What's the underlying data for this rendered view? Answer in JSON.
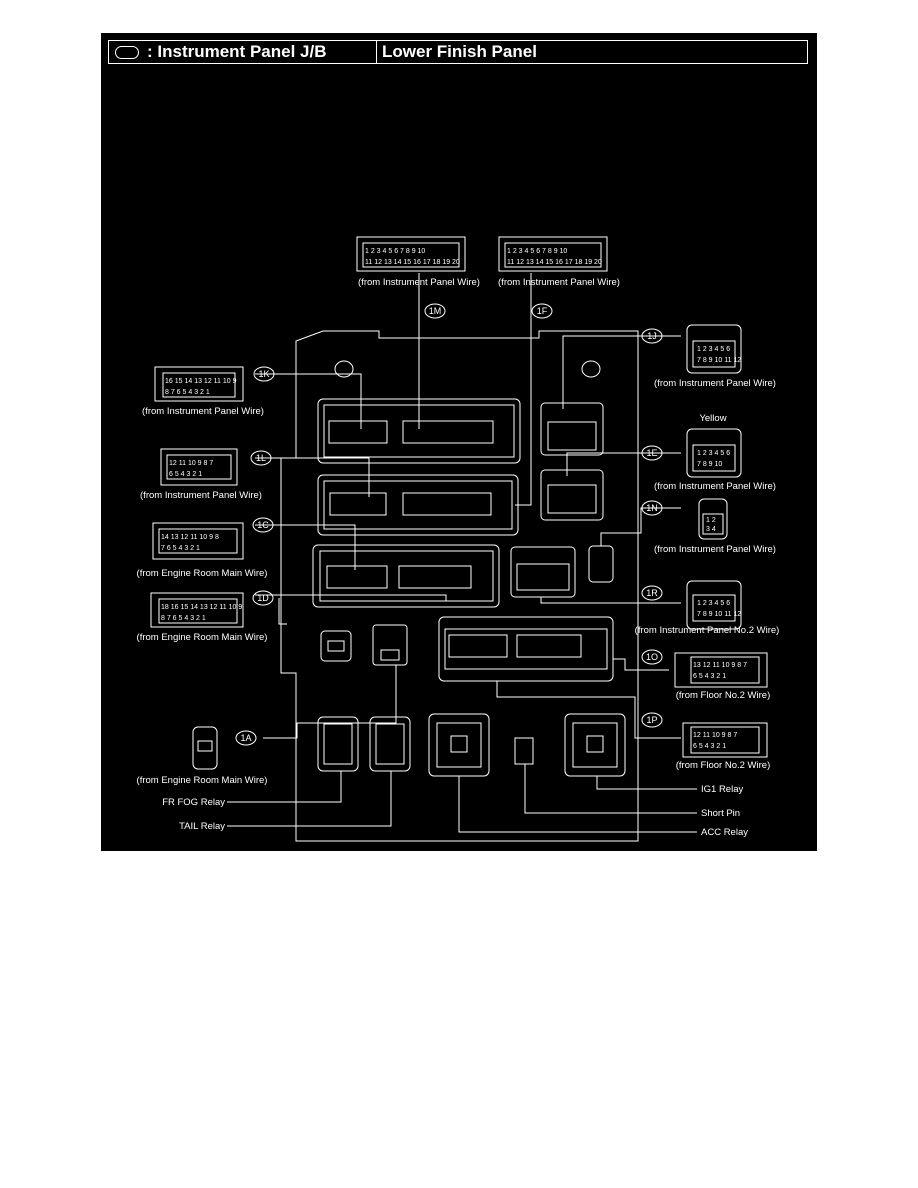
{
  "header": {
    "icon": "oval-icon",
    "location_label": ": Instrument Panel J/B",
    "position_label": "Lower Finish Panel"
  },
  "colors": {
    "background": "#000000",
    "foreground": "#ffffff",
    "page": "#ffffff"
  },
  "connectors": {
    "c1M": {
      "tag": "1M",
      "source": "(from Instrument Panel Wire)",
      "pins_top": "1 2 3 4 5 6 7 8 9 10",
      "pins_bottom": "11 12 13 14 15 16 17 18 19 20"
    },
    "c1F": {
      "tag": "1F",
      "source": "(from Instrument Panel Wire)",
      "pins_top": "1 2 3 4 5 6 7 8 9 10",
      "pins_bottom": "11 12 13 14 15 16 17 18 19 20"
    },
    "c1K": {
      "tag": "1K",
      "source": "(from Instrument Panel Wire)",
      "pins_top": "16 15 14 13 12 11 10 9",
      "pins_bottom": "8 7 6 5 4 3 2 1"
    },
    "c1L": {
      "tag": "1L",
      "source": "(from Instrument Panel Wire)",
      "pins_top": "12 11 10 9 8 7",
      "pins_bottom": "6 5 4 3 2 1"
    },
    "c1C": {
      "tag": "1C",
      "source": "(from Engine Room Main Wire)",
      "pins_top": "14 13 12 11 10 9 8",
      "pins_bottom": "7 6 5 4 3 2 1"
    },
    "c1D": {
      "tag": "1D",
      "source": "(from Engine Room Main Wire)",
      "pins_top": "18 16 15 14 13 12 11 10 9",
      "pins_bottom": "8 7 6 5 4 3 2 1"
    },
    "c1A": {
      "tag": "1A",
      "source": "(from Engine Room Main Wire)"
    },
    "c1J": {
      "tag": "1J",
      "source": "(from Instrument Panel Wire)",
      "pins_top": "1 2 3 4 5 6",
      "pins_bottom": "7 8 9 10 11 12"
    },
    "c1E": {
      "tag": "1E",
      "source": "(from Instrument Panel Wire)",
      "color_note": "Yellow",
      "pins_top": "1 2 3 4 5 6",
      "pins_bottom": "7 8 9 10"
    },
    "c1N": {
      "tag": "1N",
      "source": "(from Instrument Panel Wire)",
      "pins_top": "1 2",
      "pins_bottom": "3 4"
    },
    "c1R": {
      "tag": "1R",
      "source": "(from Instrument Panel No.2 Wire)",
      "pins_top": "1 2 3 4 5 6",
      "pins_bottom": "7 8 9 10 11 12"
    },
    "c1O": {
      "tag": "1O",
      "source": "(from Floor No.2 Wire)",
      "pins_top": "13 12 11 10 9 8 7",
      "pins_bottom": "6 5 4 3 2 1"
    },
    "c1P": {
      "tag": "1P",
      "source": "(from Floor No.2 Wire)",
      "pins_top": "12 11 10 9 8 7",
      "pins_bottom": "6 5 4 3 2 1"
    }
  },
  "relays": {
    "fr_fog": "FR FOG Relay",
    "tail": "TAIL Relay",
    "ig1": "IG1 Relay",
    "short_pin": "Short Pin",
    "acc": "ACC Relay"
  }
}
